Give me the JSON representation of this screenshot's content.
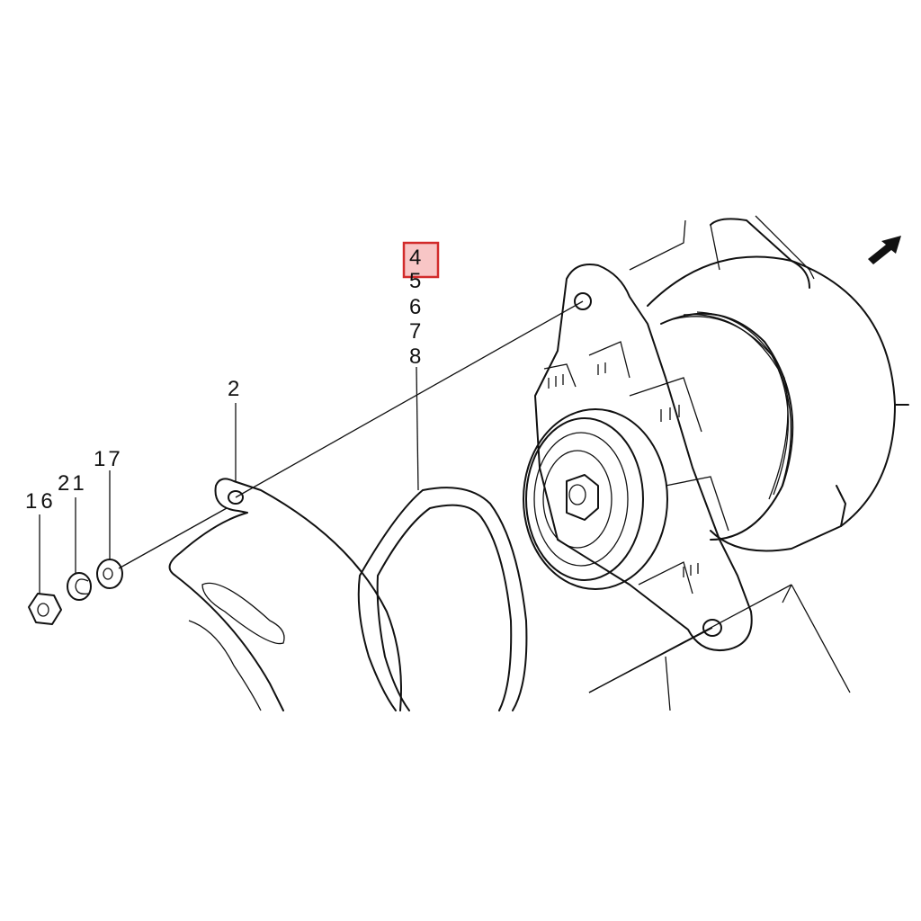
{
  "diagram": {
    "callouts": {
      "stack": [
        "4",
        "5",
        "6",
        "7",
        "8"
      ],
      "cover": "2",
      "nut": "16",
      "clip": "21",
      "washer": "17"
    },
    "highlighted_callout": "4",
    "highlight_color": "#d22b2b",
    "highlight_fill": "#f6b3b3",
    "direction_arrow": "arrow-down-left-icon"
  }
}
